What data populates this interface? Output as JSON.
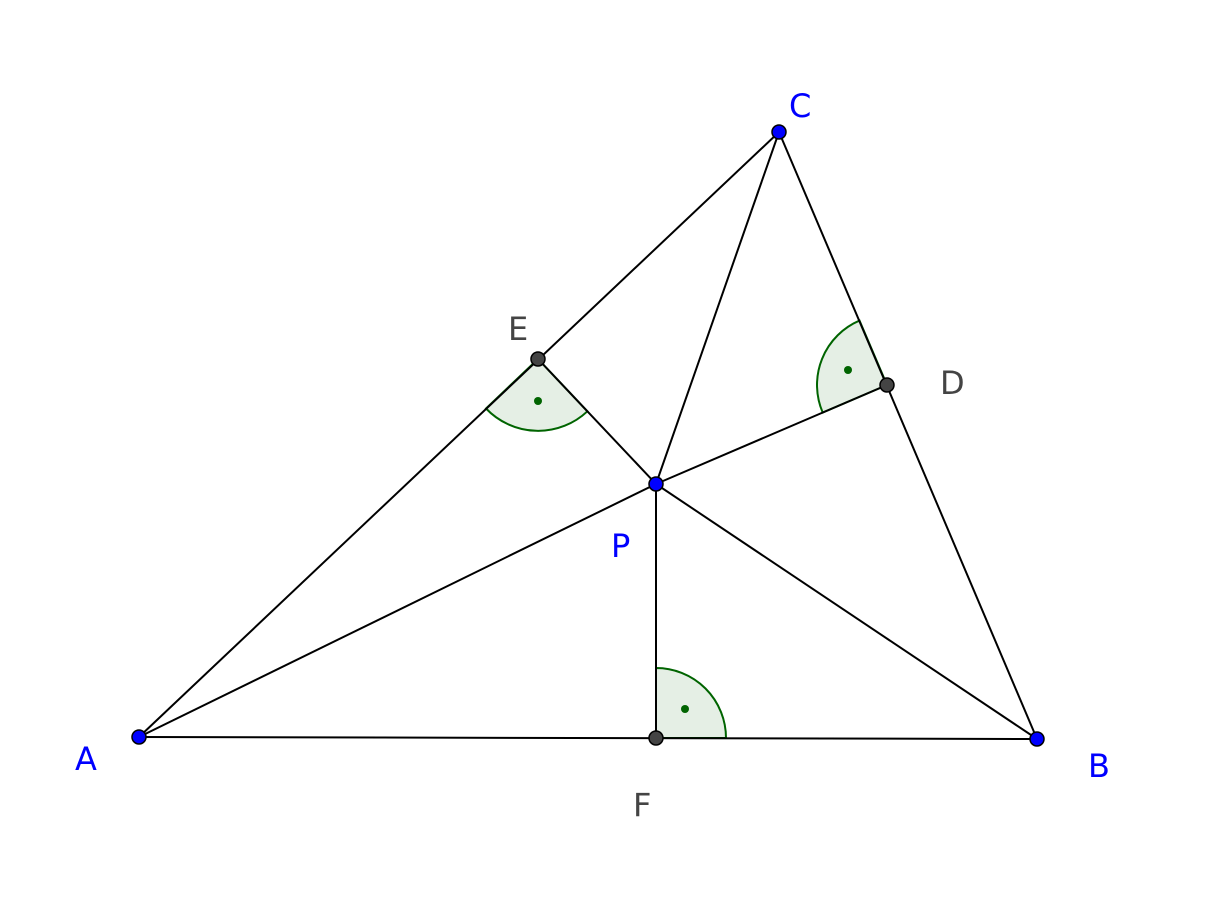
{
  "figure": {
    "points": {
      "A": {
        "label": "A",
        "color": "#0000ff"
      },
      "B": {
        "label": "B",
        "color": "#0000ff"
      },
      "C": {
        "label": "C",
        "color": "#0000ff"
      },
      "P": {
        "label": "P",
        "color": "#0000ff"
      },
      "D": {
        "label": "D",
        "color": "#444444"
      },
      "E": {
        "label": "E",
        "color": "#444444"
      },
      "F": {
        "label": "F",
        "color": "#444444"
      }
    },
    "right_angle_marks": [
      "E",
      "D",
      "F"
    ],
    "angle_fill_color": "#e5efe5",
    "angle_stroke_color": "#006400"
  }
}
